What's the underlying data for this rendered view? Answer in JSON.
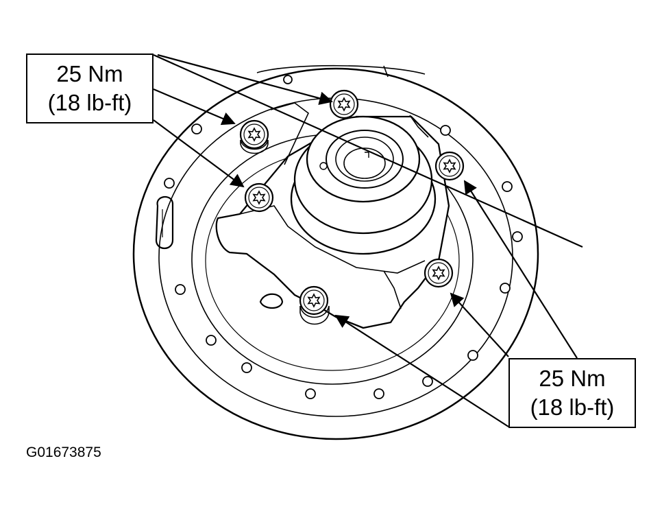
{
  "callouts": {
    "top": {
      "line1": "25 Nm",
      "line2": "(18 lb-ft)"
    },
    "bottom": {
      "line1": "25 Nm",
      "line2": "(18 lb-ft)"
    }
  },
  "figure_id": "G01673875",
  "colors": {
    "ink": "#000000",
    "paper": "#ffffff"
  }
}
